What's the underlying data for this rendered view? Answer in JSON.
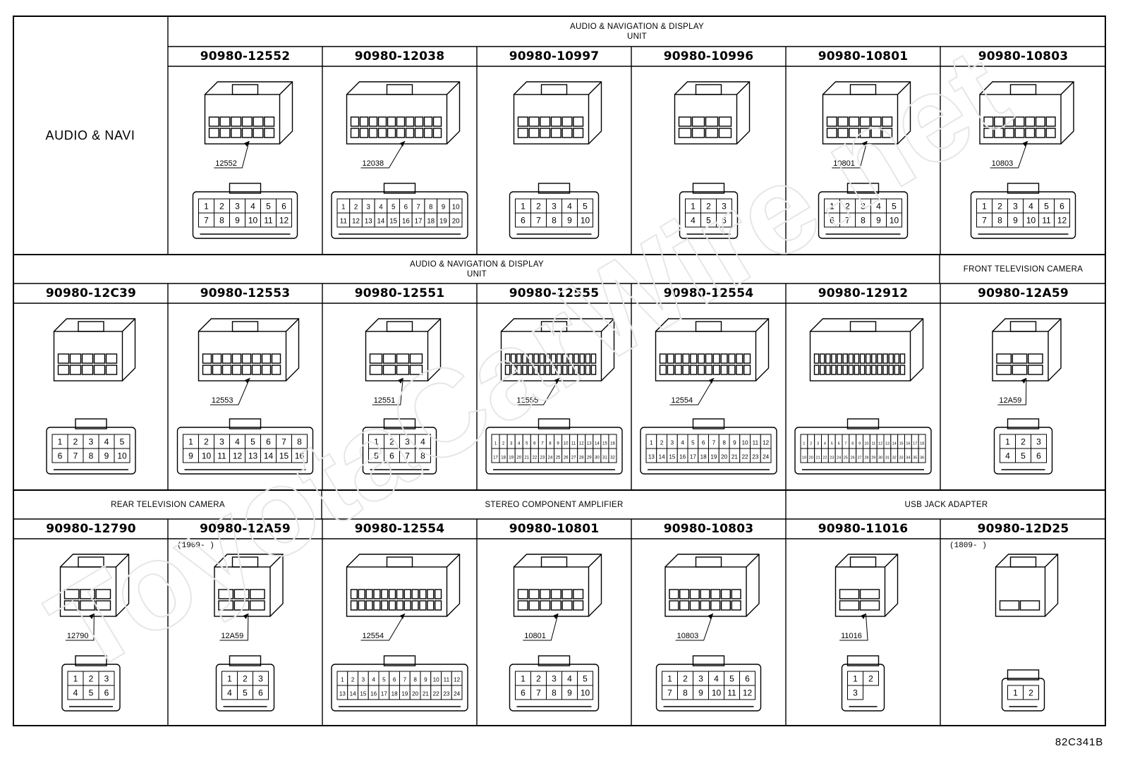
{
  "diagram_code": "82C341B",
  "watermark": "ToyotaCarWire.net",
  "sections": {
    "row1_label": "AUDIO & NAVI",
    "row1_header": [
      "AUDIO & NAVIGATION & DISPLAY",
      "UNIT"
    ],
    "row2_header_a": [
      "AUDIO & NAVIGATION & DISPLAY",
      "UNIT"
    ],
    "row2_header_b": "FRONT TELEVISION CAMERA",
    "row3_header_a": "REAR TELEVISION CAMERA",
    "row3_header_b": "STEREO COMPONENT AMPLIFIER",
    "row3_header_c": "USB JACK ADAPTER"
  },
  "connectors": [
    {
      "part": "90980-12552",
      "callout": "12552",
      "pins": [
        "1",
        "2",
        "3",
        "4",
        "5",
        "6",
        "7",
        "8",
        "9",
        "10",
        "11",
        "12"
      ],
      "cols": 6
    },
    {
      "part": "90980-12038",
      "callout": "12038",
      "pins": [
        "1",
        "2",
        "3",
        "4",
        "5",
        "6",
        "7",
        "8",
        "9",
        "10",
        "11",
        "12",
        "13",
        "14",
        "15",
        "16",
        "17",
        "18",
        "19",
        "20"
      ],
      "cols": 10
    },
    {
      "part": "90980-10997",
      "callout": "",
      "pins": [
        "1",
        "2",
        "3",
        "4",
        "5",
        "6",
        "7",
        "8",
        "9",
        "10"
      ],
      "cols": 6
    },
    {
      "part": "90980-10996",
      "callout": "",
      "pins": [
        "1",
        "2",
        "3",
        "4",
        "5",
        "6"
      ],
      "cols": 4
    },
    {
      "part": "90980-10801",
      "callout": "10801",
      "pins": [
        "1",
        "2",
        "3",
        "4",
        "5",
        "6",
        "7",
        "8",
        "9",
        "10"
      ],
      "cols": 6
    },
    {
      "part": "90980-10803",
      "callout": "10803",
      "pins": [
        "1",
        "2",
        "3",
        "4",
        "5",
        "6",
        "7",
        "8",
        "9",
        "10",
        "11",
        "12"
      ],
      "cols": 7
    },
    {
      "part": "90980-12C39",
      "callout": "",
      "pins": [
        "1",
        "2",
        "3",
        "4",
        "5",
        "6",
        "7",
        "8",
        "9",
        "10"
      ],
      "cols": 5
    },
    {
      "part": "90980-12553",
      "callout": "12553",
      "pins": [
        "1",
        "2",
        "3",
        "4",
        "5",
        "6",
        "7",
        "8",
        "9",
        "10",
        "11",
        "12",
        "13",
        "14",
        "15",
        "16"
      ],
      "cols": 8
    },
    {
      "part": "90980-12551",
      "callout": "12551",
      "pins": [
        "1",
        "2",
        "3",
        "4",
        "5",
        "6",
        "7",
        "8"
      ],
      "cols": 4
    },
    {
      "part": "90980-12555",
      "callout": "12555",
      "pins": [
        "1",
        "2",
        "3",
        "4",
        "5",
        "6",
        "7",
        "8",
        "9",
        "10",
        "11",
        "12",
        "13",
        "14",
        "15",
        "16",
        "17",
        "18",
        "19",
        "20",
        "21",
        "22",
        "23",
        "24",
        "25",
        "26",
        "27",
        "28",
        "29",
        "30",
        "31",
        "32"
      ],
      "cols": 16
    },
    {
      "part": "90980-12554",
      "callout": "12554",
      "pins": [
        "1",
        "2",
        "3",
        "4",
        "5",
        "6",
        "7",
        "8",
        "9",
        "10",
        "11",
        "12",
        "13",
        "14",
        "15",
        "16",
        "17",
        "18",
        "19",
        "20",
        "21",
        "22",
        "23",
        "24"
      ],
      "cols": 12
    },
    {
      "part": "90980-12912",
      "callout": "",
      "pins": [
        "1",
        "2",
        "3",
        "4",
        "5",
        "6",
        "7",
        "8",
        "9",
        "10",
        "11",
        "12",
        "13",
        "14",
        "15",
        "16",
        "17",
        "18",
        "19",
        "20",
        "21",
        "22",
        "23",
        "24",
        "25",
        "26",
        "27",
        "28",
        "29",
        "30",
        "31",
        "32",
        "33",
        "34",
        "35",
        "36"
      ],
      "cols": 18
    },
    {
      "part": "90980-12A59",
      "callout": "12A59",
      "pins": [
        "1",
        "2",
        "3",
        "4",
        "5",
        "6"
      ],
      "cols": 3
    },
    {
      "part": "90980-12790",
      "callout": "12790",
      "pins": [
        "1",
        "2",
        "3",
        "4",
        "5",
        "6"
      ],
      "cols": 3
    },
    {
      "part": "90980-12A59",
      "callout": "12A59",
      "date": "(1909-      )",
      "pins": [
        "1",
        "2",
        "3",
        "4",
        "5",
        "6"
      ],
      "cols": 3
    },
    {
      "part": "90980-12554",
      "callout": "12554",
      "pins": [
        "1",
        "2",
        "3",
        "4",
        "5",
        "6",
        "7",
        "8",
        "9",
        "10",
        "11",
        "12",
        "13",
        "14",
        "15",
        "16",
        "17",
        "18",
        "19",
        "20",
        "21",
        "22",
        "23",
        "24"
      ],
      "cols": 12
    },
    {
      "part": "90980-10801",
      "callout": "10801",
      "pins": [
        "1",
        "2",
        "3",
        "4",
        "5",
        "6",
        "7",
        "8",
        "9",
        "10"
      ],
      "cols": 6
    },
    {
      "part": "90980-10803",
      "callout": "10803",
      "pins": [
        "1",
        "2",
        "3",
        "4",
        "5",
        "6",
        "7",
        "8",
        "9",
        "10",
        "11",
        "12"
      ],
      "cols": 7
    },
    {
      "part": "90980-11016",
      "callout": "11016",
      "pins": [
        "1",
        "2",
        "3"
      ],
      "cols": 2
    },
    {
      "part": "90980-12D25",
      "callout": "",
      "date": "(1809-      )",
      "pins": [
        "1",
        "2"
      ],
      "cols": 2
    }
  ]
}
